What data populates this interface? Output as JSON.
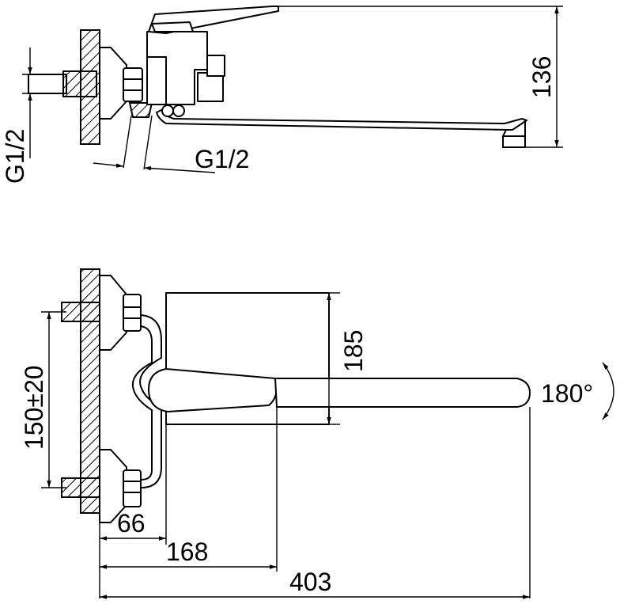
{
  "side_view": {
    "height_label": "136",
    "inlet_thread_label": "G1/2",
    "wall_thread_label": "G1/2"
  },
  "top_view": {
    "center_distance_label": "150±20",
    "body_depth_label": "185",
    "rotation_label": "180°",
    "eccentric_offset_label": "66",
    "handle_offset_label": "168",
    "spout_length_label": "403"
  }
}
